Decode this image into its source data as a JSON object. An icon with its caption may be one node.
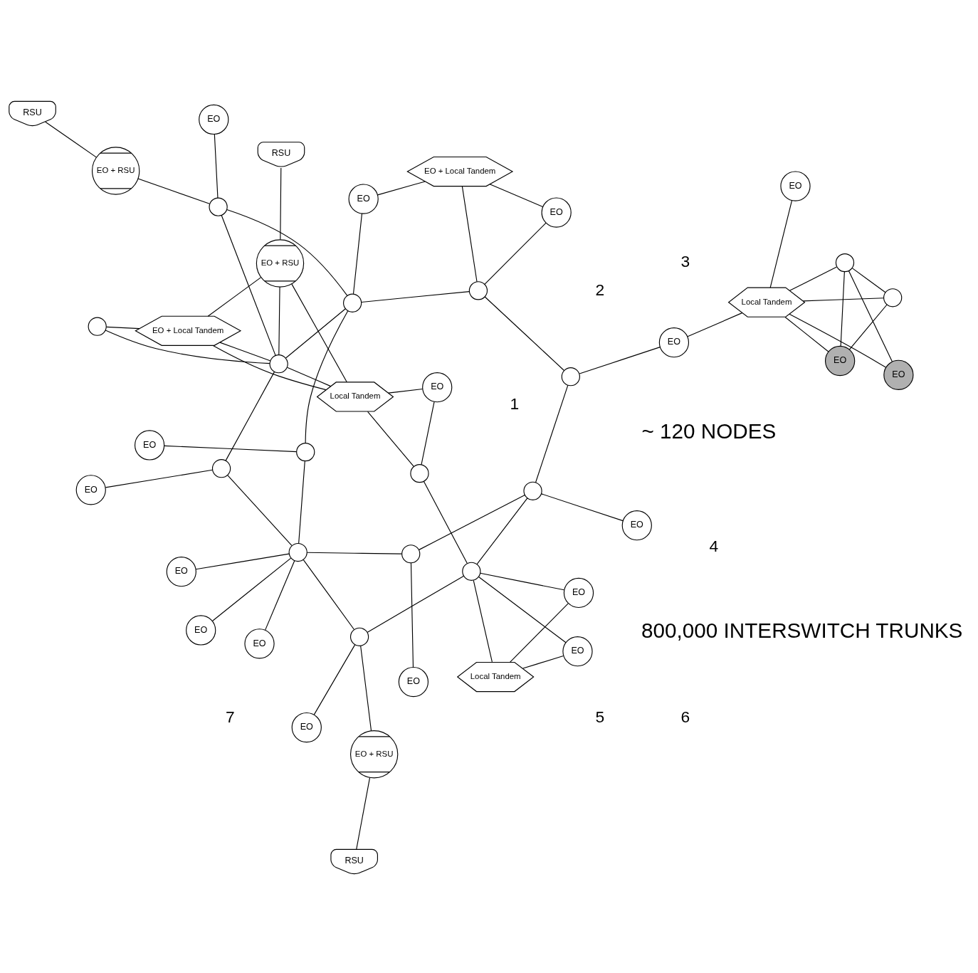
{
  "diagram": {
    "nodes": [
      {
        "text": [
          "EO"
        ]
      },
      {
        "text": [
          "EO"
        ]
      },
      {
        "text": [
          "EO"
        ]
      },
      {
        "text": [
          "EO"
        ]
      },
      {
        "text": [
          "EO"
        ]
      },
      {
        "text": [
          "EO"
        ]
      },
      {
        "text": [
          "RSU"
        ]
      },
      {
        "text": [
          "EO + RSU"
        ]
      },
      {
        "text": [
          "EO"
        ]
      },
      {
        "text": [
          "EO"
        ]
      },
      {
        "text": [
          "EO"
        ]
      },
      {
        "text": [
          "Local Tandem"
        ]
      },
      {
        "text": [
          "EO"
        ]
      },
      {
        "text": [
          "EO"
        ]
      },
      {
        "text": [
          "Local Tandem"
        ]
      },
      {
        "text": [
          "EO + RSU"
        ]
      },
      {
        "text": [
          "EO + Local Tandem"
        ]
      },
      {
        "text": [
          "RSU"
        ]
      },
      {
        "text": [],
        "shape": "circle"
      },
      {
        "text": [
          "EO"
        ]
      },
      {
        "text": [
          "EO + RSU"
        ]
      },
      {
        "text": [
          "RSU"
        ]
      },
      {
        "text": [
          "EO"
        ]
      },
      {
        "text": [
          "EO + Local Tandem"
        ]
      },
      {
        "text": [
          "EO"
        ]
      },
      {
        "text": [
          "EO"
        ]
      },
      {
        "text": [
          "EO"
        ]
      },
      {
        "text": [
          "Local Tandem"
        ]
      },
      {
        "text": [
          "EO"
        ]
      },
      {
        "text": [
          "EO"
        ]
      },
      {
        "text": [],
        "shape": "circle"
      },
      {
        "text": [],
        "shape": "circle"
      },
      {
        "text": [],
        "shape": "circle"
      },
      {
        "text": [],
        "shape": "circle"
      },
      {
        "text": [],
        "shape": "circle"
      },
      {
        "text": [],
        "shape": "circle"
      },
      {
        "text": [],
        "shape": "circle"
      },
      {
        "text": [],
        "shape": "circle"
      },
      {
        "text": [],
        "shape": "circle"
      },
      {
        "text": [],
        "shape": "circle"
      },
      {
        "text": [],
        "shape": "circle"
      },
      {
        "text": [],
        "shape": "circle"
      },
      {
        "text": [],
        "shape": "circle"
      },
      {
        "text": [],
        "shape": "circle"
      },
      {
        "text": [],
        "shape": "circle"
      }
    ],
    "edges": [
      {
        "from": 0,
        "to": 30,
        "arrow": "none"
      },
      {
        "from": 1,
        "to": 31,
        "arrow": "none"
      },
      {
        "from": 2,
        "to": 32,
        "arrow": "none"
      },
      {
        "from": 30,
        "to": 33,
        "arrow": "none"
      },
      {
        "from": 31,
        "to": 32,
        "arrow": "none"
      },
      {
        "from": 32,
        "to": 33,
        "arrow": "none"
      },
      {
        "from": 31,
        "to": 35,
        "arrow": "none"
      },
      {
        "from": 31,
        "to": 42,
        "arrow": "none"
      },
      {
        "from": 30,
        "to": 40,
        "arrow": "none"
      },
      {
        "from": 3,
        "to": 33,
        "arrow": "none"
      },
      {
        "from": 4,
        "to": 33,
        "arrow": "none"
      },
      {
        "from": 5,
        "to": 33,
        "arrow": "none"
      },
      {
        "from": 33,
        "to": 34,
        "arrow": "none"
      },
      {
        "from": 33,
        "to": 36,
        "arrow": "none"
      },
      {
        "from": 34,
        "to": 7,
        "arrow": "none"
      },
      {
        "from": 7,
        "to": 6,
        "arrow": "none"
      },
      {
        "from": 34,
        "to": 8,
        "arrow": "none"
      },
      {
        "from": 34,
        "to": 35,
        "arrow": "none"
      },
      {
        "from": 35,
        "to": 9,
        "arrow": "none"
      },
      {
        "from": 35,
        "to": 10,
        "arrow": "none"
      },
      {
        "from": 35,
        "to": 11,
        "arrow": "none"
      },
      {
        "from": 9,
        "to": 11,
        "arrow": "none"
      },
      {
        "from": 10,
        "to": 11,
        "arrow": "none"
      },
      {
        "from": 35,
        "to": 37,
        "arrow": "none"
      },
      {
        "from": 36,
        "to": 12,
        "arrow": "none"
      },
      {
        "from": 36,
        "to": 38,
        "arrow": "none"
      },
      {
        "from": 37,
        "to": 13,
        "arrow": "none"
      },
      {
        "from": 37,
        "to": 14,
        "arrow": "none"
      },
      {
        "from": 14,
        "to": 13,
        "arrow": "none"
      },
      {
        "from": 38,
        "to": 14,
        "arrow": "none"
      },
      {
        "from": 38,
        "to": 15,
        "arrow": "none"
      },
      {
        "from": 38,
        "to": 16,
        "arrow": "none"
      },
      {
        "from": 38,
        "to": 18,
        "arrow": "none"
      },
      {
        "from": 38,
        "to": 40,
        "arrow": "none"
      },
      {
        "from": 38,
        "to": 39,
        "arrow": "none"
      },
      {
        "from": 14,
        "to": 16,
        "arrow": "none"
      },
      {
        "from": 14,
        "to": 15,
        "arrow": "none"
      },
      {
        "from": 16,
        "to": 15,
        "arrow": "none"
      },
      {
        "from": 16,
        "to": 18,
        "arrow": "none"
      },
      {
        "from": 15,
        "to": 17,
        "arrow": "none"
      },
      {
        "from": 39,
        "to": 40,
        "arrow": "none"
      },
      {
        "from": 39,
        "to": 20,
        "arrow": "none"
      },
      {
        "from": 39,
        "to": 19,
        "arrow": "none"
      },
      {
        "from": 20,
        "to": 21,
        "arrow": "none"
      },
      {
        "from": 40,
        "to": 41,
        "arrow": "none"
      },
      {
        "from": 42,
        "to": 41,
        "arrow": "none"
      },
      {
        "from": 41,
        "to": 24,
        "arrow": "none"
      },
      {
        "from": 41,
        "to": 23,
        "arrow": "none"
      },
      {
        "from": 40,
        "to": 22,
        "arrow": "none"
      },
      {
        "from": 24,
        "to": 23,
        "arrow": "none"
      },
      {
        "from": 23,
        "to": 22,
        "arrow": "none"
      },
      {
        "from": 42,
        "to": 25,
        "arrow": "none"
      },
      {
        "from": 25,
        "to": 27,
        "arrow": "none"
      },
      {
        "from": 27,
        "to": 26,
        "arrow": "none"
      },
      {
        "from": 27,
        "to": 29,
        "arrow": "none"
      },
      {
        "from": 27,
        "to": 28,
        "arrow": "none"
      },
      {
        "from": 27,
        "to": 43,
        "arrow": "none"
      },
      {
        "from": 27,
        "to": 44,
        "arrow": "none"
      },
      {
        "from": 28,
        "to": 43,
        "arrow": "none"
      },
      {
        "from": 28,
        "to": 44,
        "arrow": "none"
      },
      {
        "from": 29,
        "to": 43,
        "arrow": "none"
      },
      {
        "from": 43,
        "to": 44,
        "arrow": "none"
      }
    ],
    "labels": [
      "1",
      "2",
      "3",
      "4",
      "5",
      "6",
      "7",
      "~ 120 NODES",
      "800,000 INTERSWITCH TRUNKS"
    ]
  }
}
